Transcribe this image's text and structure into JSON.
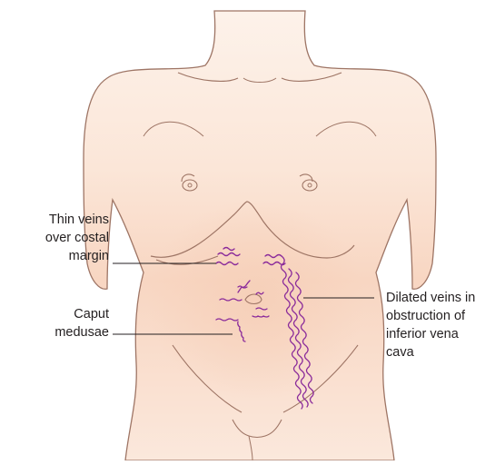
{
  "labels": {
    "costal": {
      "lines": [
        "Thin veins",
        "over costal",
        "margin"
      ]
    },
    "caput": {
      "lines": [
        "Caput",
        "medusae"
      ]
    },
    "ivc": {
      "lines": [
        "Dilated veins in",
        "obstruction of",
        "inferior vena",
        "cava"
      ]
    }
  },
  "colors": {
    "skin_light": "#fdf1e8",
    "skin_mid": "#f8d9c5",
    "outline": "#9e7565",
    "vein": "#8a2a9a",
    "leader": "#231f20",
    "text": "#231f20"
  }
}
